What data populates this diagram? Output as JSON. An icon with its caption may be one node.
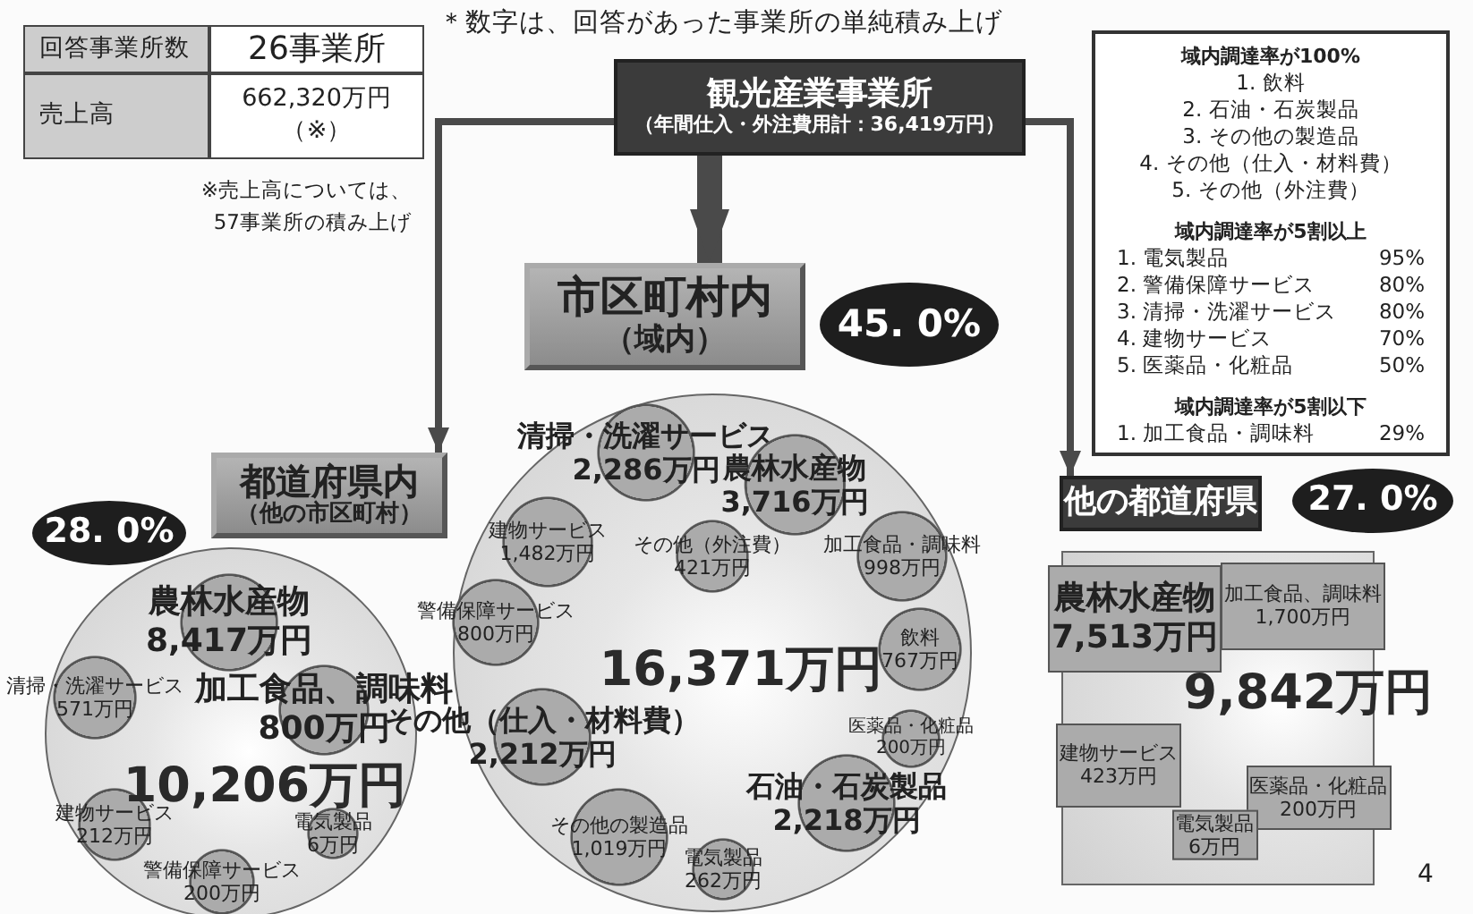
{
  "diagram": {
    "nodes": [
      {
        "text": [
          "観光産業事業所",
          "（年間仕入・外注費用計：36,419万円）"
        ]
      },
      {
        "text": [
          "市区町村内",
          "（域内）"
        ]
      },
      {
        "text": [
          "45. 0%"
        ]
      },
      {
        "text": [
          "都道府県内",
          "（他の市区町村）"
        ]
      },
      {
        "text": [
          "28. 0%"
        ]
      },
      {
        "text": [
          "他の都道府県"
        ]
      },
      {
        "text": [
          "27. 0%"
        ]
      },
      {
        "text": [
          "域内調達率が100%",
          "1. 飲料",
          "2. 石油・石炭製品",
          "3. その他の製造品",
          "4. その他（仕入・材料費）",
          "5. その他（外注費）",
          "域内調達率が5割以上",
          "1. 電気製品",
          "95%",
          "2. 警備保障サービス",
          "80%",
          "3. 清掃・洗濯サービス",
          "80%",
          "4. 建物サービス",
          "70%",
          "5. 医薬品・化粧品",
          "50%",
          "域内調達率が5割以下",
          "1. 加工食品・調味料",
          "29%"
        ]
      },
      {
        "text": [
          "10,206万円"
        ]
      },
      {
        "text": [
          "農林水産物",
          "8,417万円"
        ],
        "in": 8
      },
      {
        "text": [
          "清掃・洗濯サービス",
          "571万円"
        ]
      },
      {
        "text": [
          "加工食品、調味料",
          "800万円"
        ],
        "in": 8
      },
      {
        "text": [
          "建物サービス",
          "212万円"
        ],
        "in": 8
      },
      {
        "text": [
          "電気製品",
          "6万円"
        ],
        "in": 8
      },
      {
        "text": [
          "警備保障サービス",
          "200万円"
        ],
        "in": 8
      },
      {
        "text": [
          "16,371万円"
        ]
      },
      {
        "text": [
          "清掃・洗濯サービス",
          "2,286万円"
        ],
        "in": 15
      },
      {
        "text": [
          "農林水産物",
          "3,716万円"
        ],
        "in": 15
      },
      {
        "text": [
          "建物サービス",
          "1,482万円"
        ],
        "in": 15
      },
      {
        "text": [
          "その他（外注費）",
          "421万円"
        ],
        "in": 15
      },
      {
        "text": [
          "加工食品・調味料",
          "998万円"
        ],
        "in": 15
      },
      {
        "text": [
          "警備保障サービス",
          "800万円"
        ]
      },
      {
        "text": [
          "飲料",
          "767万円"
        ],
        "in": 15
      },
      {
        "text": [
          "その他（仕入・材料費）",
          "2,212万円"
        ]
      },
      {
        "text": [
          "医薬品・化粧品",
          "200万円"
        ],
        "in": 15
      },
      {
        "text": [
          "石油・石炭製品",
          "2,218万円"
        ],
        "in": 15
      },
      {
        "text": [
          "その他の製造品",
          "1,019万円"
        ],
        "in": 15
      },
      {
        "text": [
          "電気製品",
          "262万円"
        ],
        "in": 15
      },
      {
        "text": [
          "9,842万円"
        ]
      },
      {
        "text": [
          "農林水産物",
          "7,513万円"
        ],
        "in": 28
      },
      {
        "text": [
          "加工食品、調味料",
          "1,700万円"
        ],
        "in": 28
      },
      {
        "text": [
          "建物サービス",
          "423万円"
        ],
        "in": 28
      },
      {
        "text": [
          "医薬品・化粧品",
          "200万円"
        ],
        "in": 28
      },
      {
        "text": [
          "電気製品",
          "6万円"
        ],
        "in": 28
      }
    ],
    "edges": [
      {
        "from": 0,
        "to": 1,
        "arrow": "to",
        "style": "thick"
      },
      {
        "from": 0,
        "to": 3,
        "arrow": "to"
      },
      {
        "from": 0,
        "to": 5,
        "arrow": "to"
      }
    ],
    "labels": [
      "＊数字は、回答があった事業所の単純積み上げ",
      "回答事業所数",
      "26事業所",
      "売上高",
      "662,320万円（※）",
      "※売上高については、57事業所の積み上げ",
      "4"
    ]
  }
}
